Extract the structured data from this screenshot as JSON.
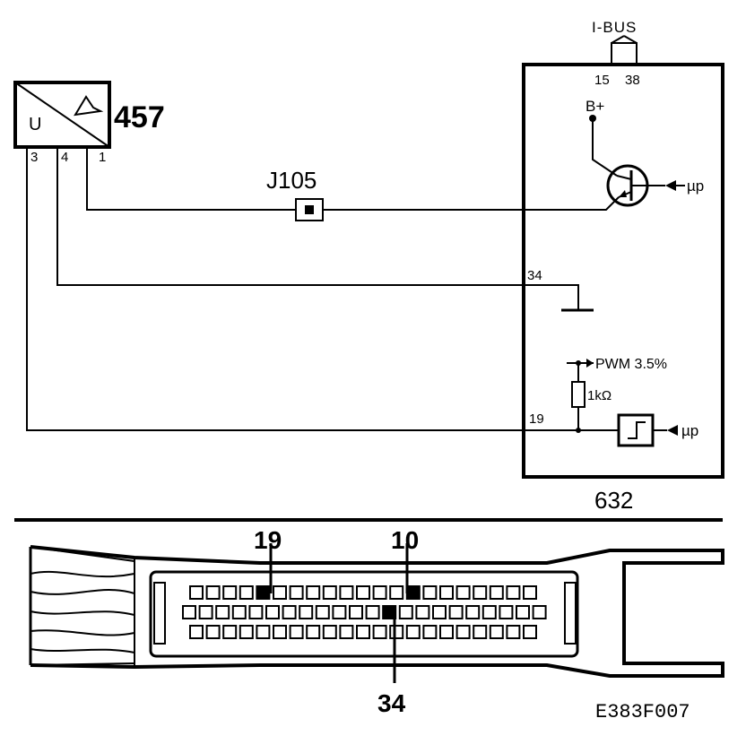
{
  "diagram": {
    "sensor": {
      "ref": "457",
      "symbol_letter": "U",
      "pins": [
        "3",
        "4",
        "1"
      ]
    },
    "connector": {
      "ref": "J105"
    },
    "module": {
      "ref": "632",
      "bus_label": "I-BUS",
      "bus_pins": [
        "15",
        "38"
      ],
      "supply_label": "B+",
      "mp_top": "µp",
      "mp_bottom": "µp",
      "pin_ground": "34",
      "pin_signal": "19",
      "pwm_label": "PWM 3.5%",
      "resistor_label": "1kΩ"
    },
    "plug": {
      "callouts": [
        "19",
        "10",
        "34"
      ]
    },
    "figure_code": "E383F007"
  }
}
